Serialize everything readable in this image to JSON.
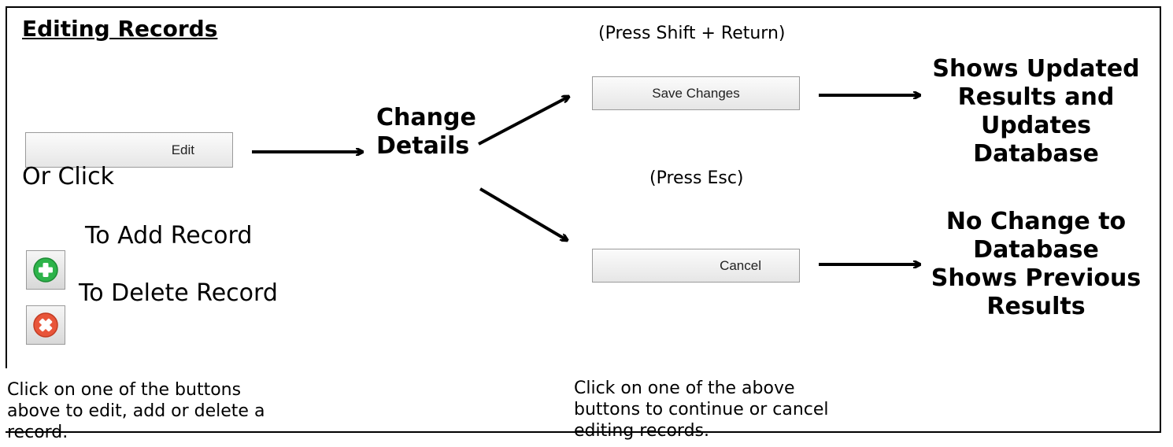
{
  "title": "Editing Records",
  "edit_button_label": "Edit",
  "or_click": "Or Click",
  "to_add": "To Add Record",
  "to_delete": "To Delete Record",
  "left_note": "Click on one of the buttons above to edit, add or delete a record.",
  "change_details": [
    "Change",
    "Details"
  ],
  "press_shift_return": "(Press Shift + Return)",
  "press_esc": "(Press Esc)",
  "save_button_label": "Save Changes",
  "cancel_button_label": "Cancel",
  "middle_note": "Click on one of the above buttons to continue or cancel editing records.",
  "save_result": [
    "Shows Updated",
    "Results and",
    "Updates",
    "Database"
  ],
  "cancel_result": [
    "No Change to",
    "Database",
    "Shows Previous",
    "Results"
  ],
  "icons": {
    "add": "add-record-icon",
    "delete": "delete-record-icon"
  },
  "colors": {
    "add_icon": "#2db34a",
    "delete_icon": "#e8553a"
  }
}
